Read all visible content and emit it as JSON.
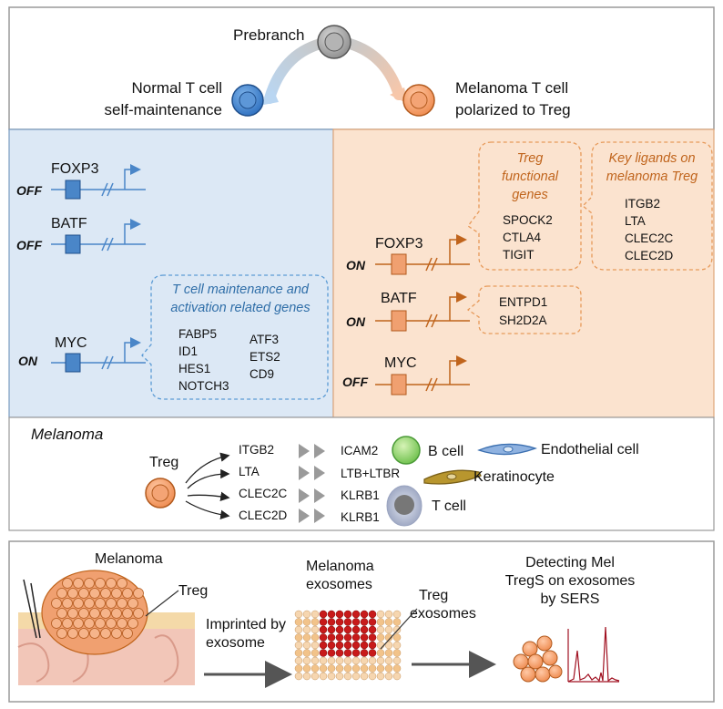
{
  "top": {
    "prebranch": "Prebranch",
    "normal_line1": "Normal T cell",
    "normal_line2": "self-maintenance",
    "mel_line1": "Melanoma T cell",
    "mel_line2": "polarized to Treg"
  },
  "normal_panel": {
    "genes": [
      {
        "name": "FOXP3",
        "state": "OFF"
      },
      {
        "name": "BATF",
        "state": "OFF"
      },
      {
        "name": "MYC",
        "state": "ON"
      }
    ],
    "bubble_title_line1": "T cell maintenance and",
    "bubble_title_line2": "activation related genes",
    "bubble_col1": [
      "FABP5",
      "ID1",
      "HES1",
      "NOTCH3"
    ],
    "bubble_col2": [
      "ATF3",
      "ETS2",
      "CD9"
    ]
  },
  "mel_panel": {
    "genes": [
      {
        "name": "FOXP3",
        "state": "ON"
      },
      {
        "name": "BATF",
        "state": "ON"
      },
      {
        "name": "MYC",
        "state": "OFF"
      }
    ],
    "treg_title": [
      "Treg",
      "functional",
      "genes"
    ],
    "treg_genes": [
      "SPOCK2",
      "CTLA4",
      "TIGIT"
    ],
    "ligand_title": [
      "Key ligands on",
      "melanoma Treg"
    ],
    "ligands": [
      "ITGB2",
      "LTA",
      "CLEC2C",
      "CLEC2D"
    ],
    "batf_genes": [
      "ENTPD1",
      "SH2D2A"
    ]
  },
  "interaction": {
    "title": "Melanoma",
    "source": "Treg",
    "ligands": [
      "ITGB2",
      "LTA",
      "CLEC2C",
      "CLEC2D"
    ],
    "receptors": [
      "ICAM2",
      "LTB+LTBR",
      "KLRB1",
      "KLRB1"
    ],
    "cells": {
      "b_cell": "B cell",
      "endothelial": "Endothelial cell",
      "keratinocyte": "Keratinocyte",
      "t_cell": "T cell"
    }
  },
  "bottom": {
    "melanoma": "Melanoma",
    "treg": "Treg",
    "imprinted_line1": "Imprinted by",
    "imprinted_line2": "exosome",
    "exo_line1": "Melanoma",
    "exo_line2": "exosomes",
    "treg_exo_line1": "Treg",
    "treg_exo_line2": "exosomes",
    "detect_line1": "Detecting Mel",
    "detect_line2": "TregS on exosomes",
    "detect_line3": "by SERS"
  },
  "colors": {
    "blue_panel": "#dce8f5",
    "orange_panel": "#fbe3cf",
    "blue_gene": "#4a86c8",
    "orange_gene": "#f0a070",
    "orange_text": "#c0641c",
    "blue_text": "#2f6ea8"
  }
}
